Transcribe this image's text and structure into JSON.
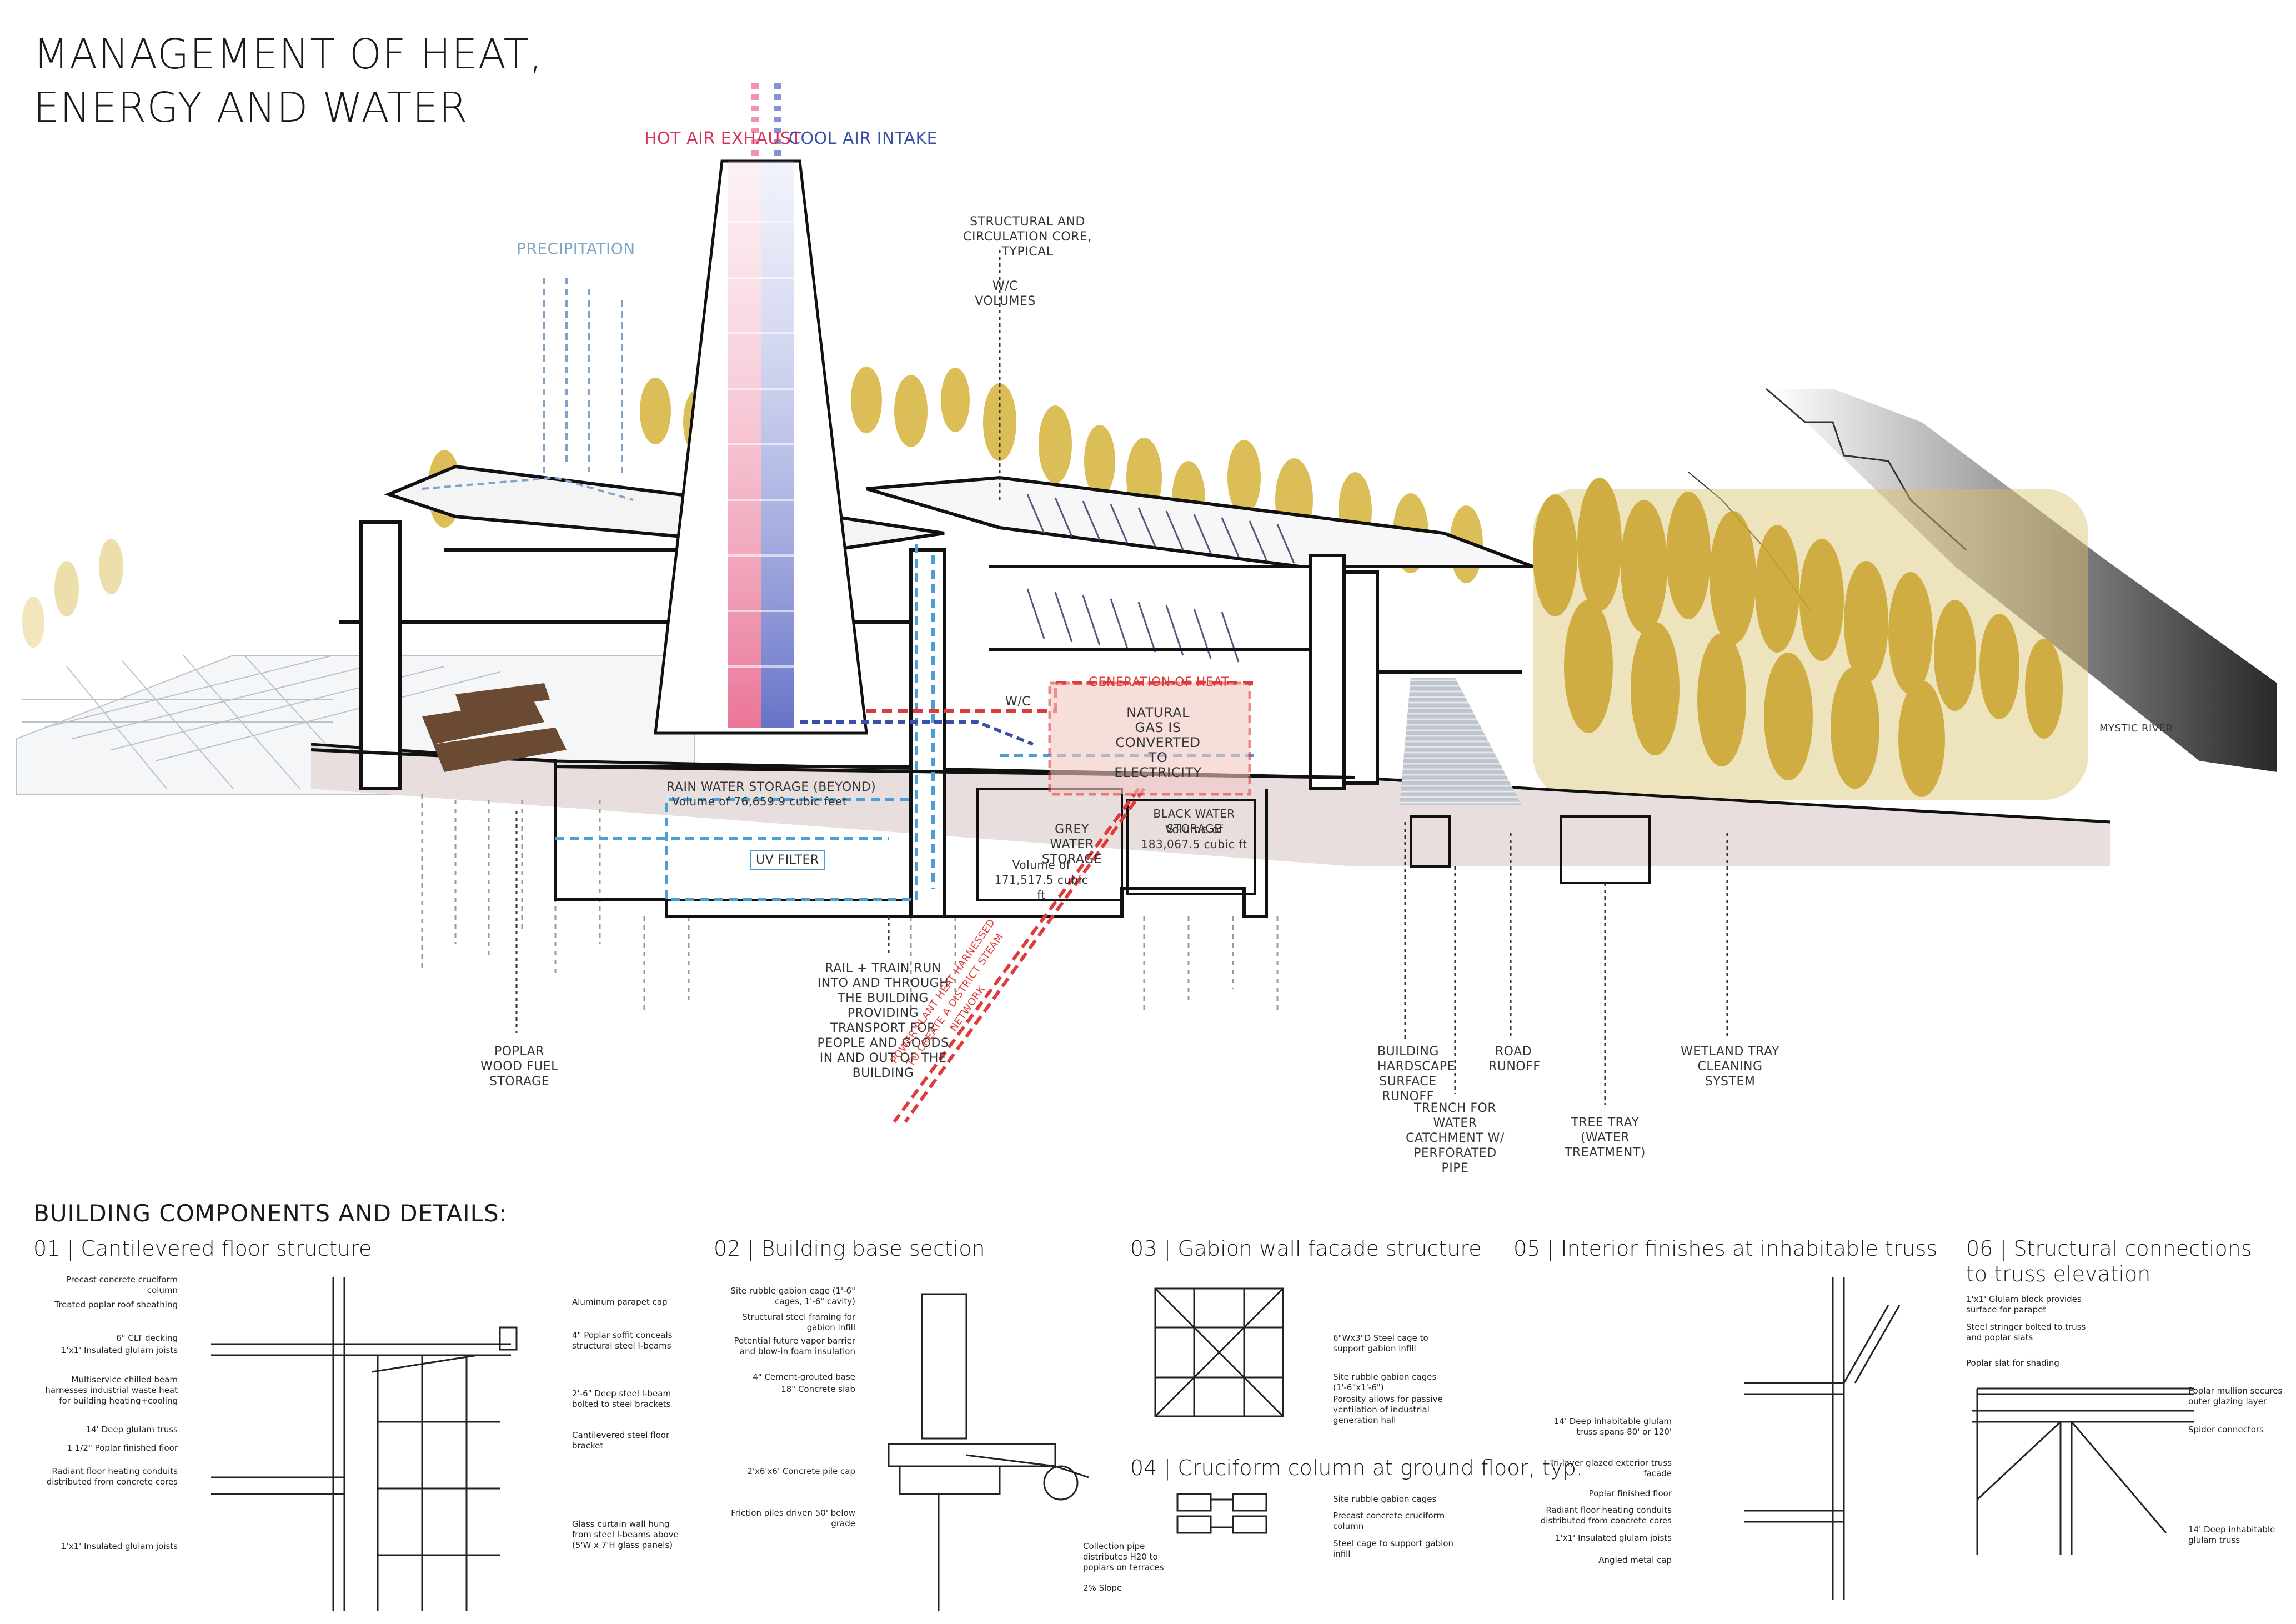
{
  "title": {
    "line1": "MANAGEMENT OF HEAT,",
    "line2": "ENERGY AND WATER"
  },
  "section": {
    "exhaust": "HOT AIR EXHAUST",
    "intake": "COOL AIR INTAKE",
    "precipitation": "PRECIPITATION",
    "core": "STRUCTURAL AND CIRCULATION CORE, TYPICAL",
    "wc_volumes": "W/C VOLUMES",
    "generation": "GENERATION OF HEAT",
    "natural_gas": "NATURAL GAS IS CONVERTED TO ELECTRICITY",
    "wc": "W/C",
    "rain_storage": "RAIN WATER STORAGE (BEYOND)",
    "rain_volume": "Volume of 76,659.9 cubic feet",
    "uv_filter": "UV FILTER",
    "grey_water": "GREY WATER STORAGE",
    "grey_volume": "Volume of 171,517.5 cubic ft",
    "black_water": "BLACK WATER STORAGE",
    "black_volume": "Volume of 183,067.5 cubic ft",
    "river": "MYSTIC RIVER",
    "fuel_storage": "POPLAR WOOD FUEL STORAGE",
    "rail": "RAIL + TRAIN RUN INTO AND THROUGH THE BUILDING PROVIDING TRANSPORT FOR PEOPLE AND GOODS IN AND OUT OF THE BUILDING",
    "power_plant": "POWER PLANT HEAT HARNESSED TO CREATE A DISTRICT STEAM NETWORK",
    "hardscape": "BUILDING HARDSCAPE SURFACE RUNOFF",
    "road": "ROAD RUNOFF",
    "trench": "TRENCH FOR WATER CATCHMENT W/ PERFORATED PIPE",
    "tree_tray": "TREE TRAY (WATER TREATMENT)",
    "wetland": "WETLAND TRAY CLEANING SYSTEM"
  },
  "components_title": "BUILDING COMPONENTS AND DETAILS:",
  "details": [
    {
      "title": "01 | Cantilevered floor structure",
      "left_notes": [
        "Precast concrete cruciform column",
        "Treated poplar roof sheathing",
        "6\" CLT decking",
        "1'x1' Insulated glulam joists",
        "Multiservice chilled beam harnesses industrial waste heat for building heating+cooling",
        "14' Deep glulam truss",
        "1 1/2\" Poplar finished floor",
        "Radiant floor heating conduits distributed from concrete cores",
        "1'x1' Insulated glulam joists"
      ],
      "right_notes": [
        "Aluminum parapet cap",
        "4\" Poplar soffit conceals structural steel I-beams",
        "2'-6\" Deep steel I-beam bolted to steel brackets",
        "Cantilevered steel floor bracket",
        "Glass curtain wall hung from steel I-beams above (5'W x 7'H glass panels)"
      ]
    },
    {
      "title": "02 | Building base section",
      "left_notes": [
        "Site rubble gabion cage (1'-6\" cages, 1'-6\" cavity)",
        "Structural steel framing for gabion infill",
        "Potential future vapor barrier and blow-in foam insulation",
        "4\" Cement-grouted base",
        "18\" Concrete slab",
        "2'x6'x6' Concrete pile cap",
        "Friction piles driven 50' below grade"
      ],
      "right_notes": [
        "Collection pipe distributes H20 to poplars on terraces",
        "2% Slope"
      ]
    },
    {
      "title": "03 | Gabion wall facade structure",
      "right_notes": [
        "6\"Wx3\"D Steel cage to support gabion infill",
        "Site rubble gabion cages (1'-6\"x1'-6\")",
        "Porosity allows for passive ventilation of industrial generation hall"
      ]
    },
    {
      "title": "04 | Cruciform column at ground floor, typ.",
      "right_notes": [
        "Site rubble gabion cages",
        "Precast concrete cruciform column",
        "Steel cage to support gabion infill"
      ]
    },
    {
      "title": "05 | Interior finishes at inhabitable truss",
      "left_notes": [
        "14' Deep inhabitable glulam truss spans 80' or 120'",
        "Tri-layer glazed exterior truss facade",
        "Poplar finished floor",
        "Radiant floor heating conduits distributed from concrete cores",
        "1'x1' Insulated glulam joists",
        "Angled metal cap"
      ]
    },
    {
      "title": "06 | Structural connections to truss elevation",
      "left_notes": [
        "1'x1' Glulam block provides surface for parapet",
        "Steel stringer bolted to truss and poplar slats",
        "Poplar slat for shading"
      ],
      "right_notes": [
        "Poplar mullion secures outer glazing layer",
        "Spider connectors",
        "14' Deep inhabitable glulam truss"
      ]
    }
  ],
  "colors": {
    "hot": "#d8325a",
    "cool": "#3b4fa8",
    "water": "#4aa0d6",
    "heat": "#e03a3a",
    "tree": "#d6b33a",
    "line": "#1a1a1a"
  }
}
